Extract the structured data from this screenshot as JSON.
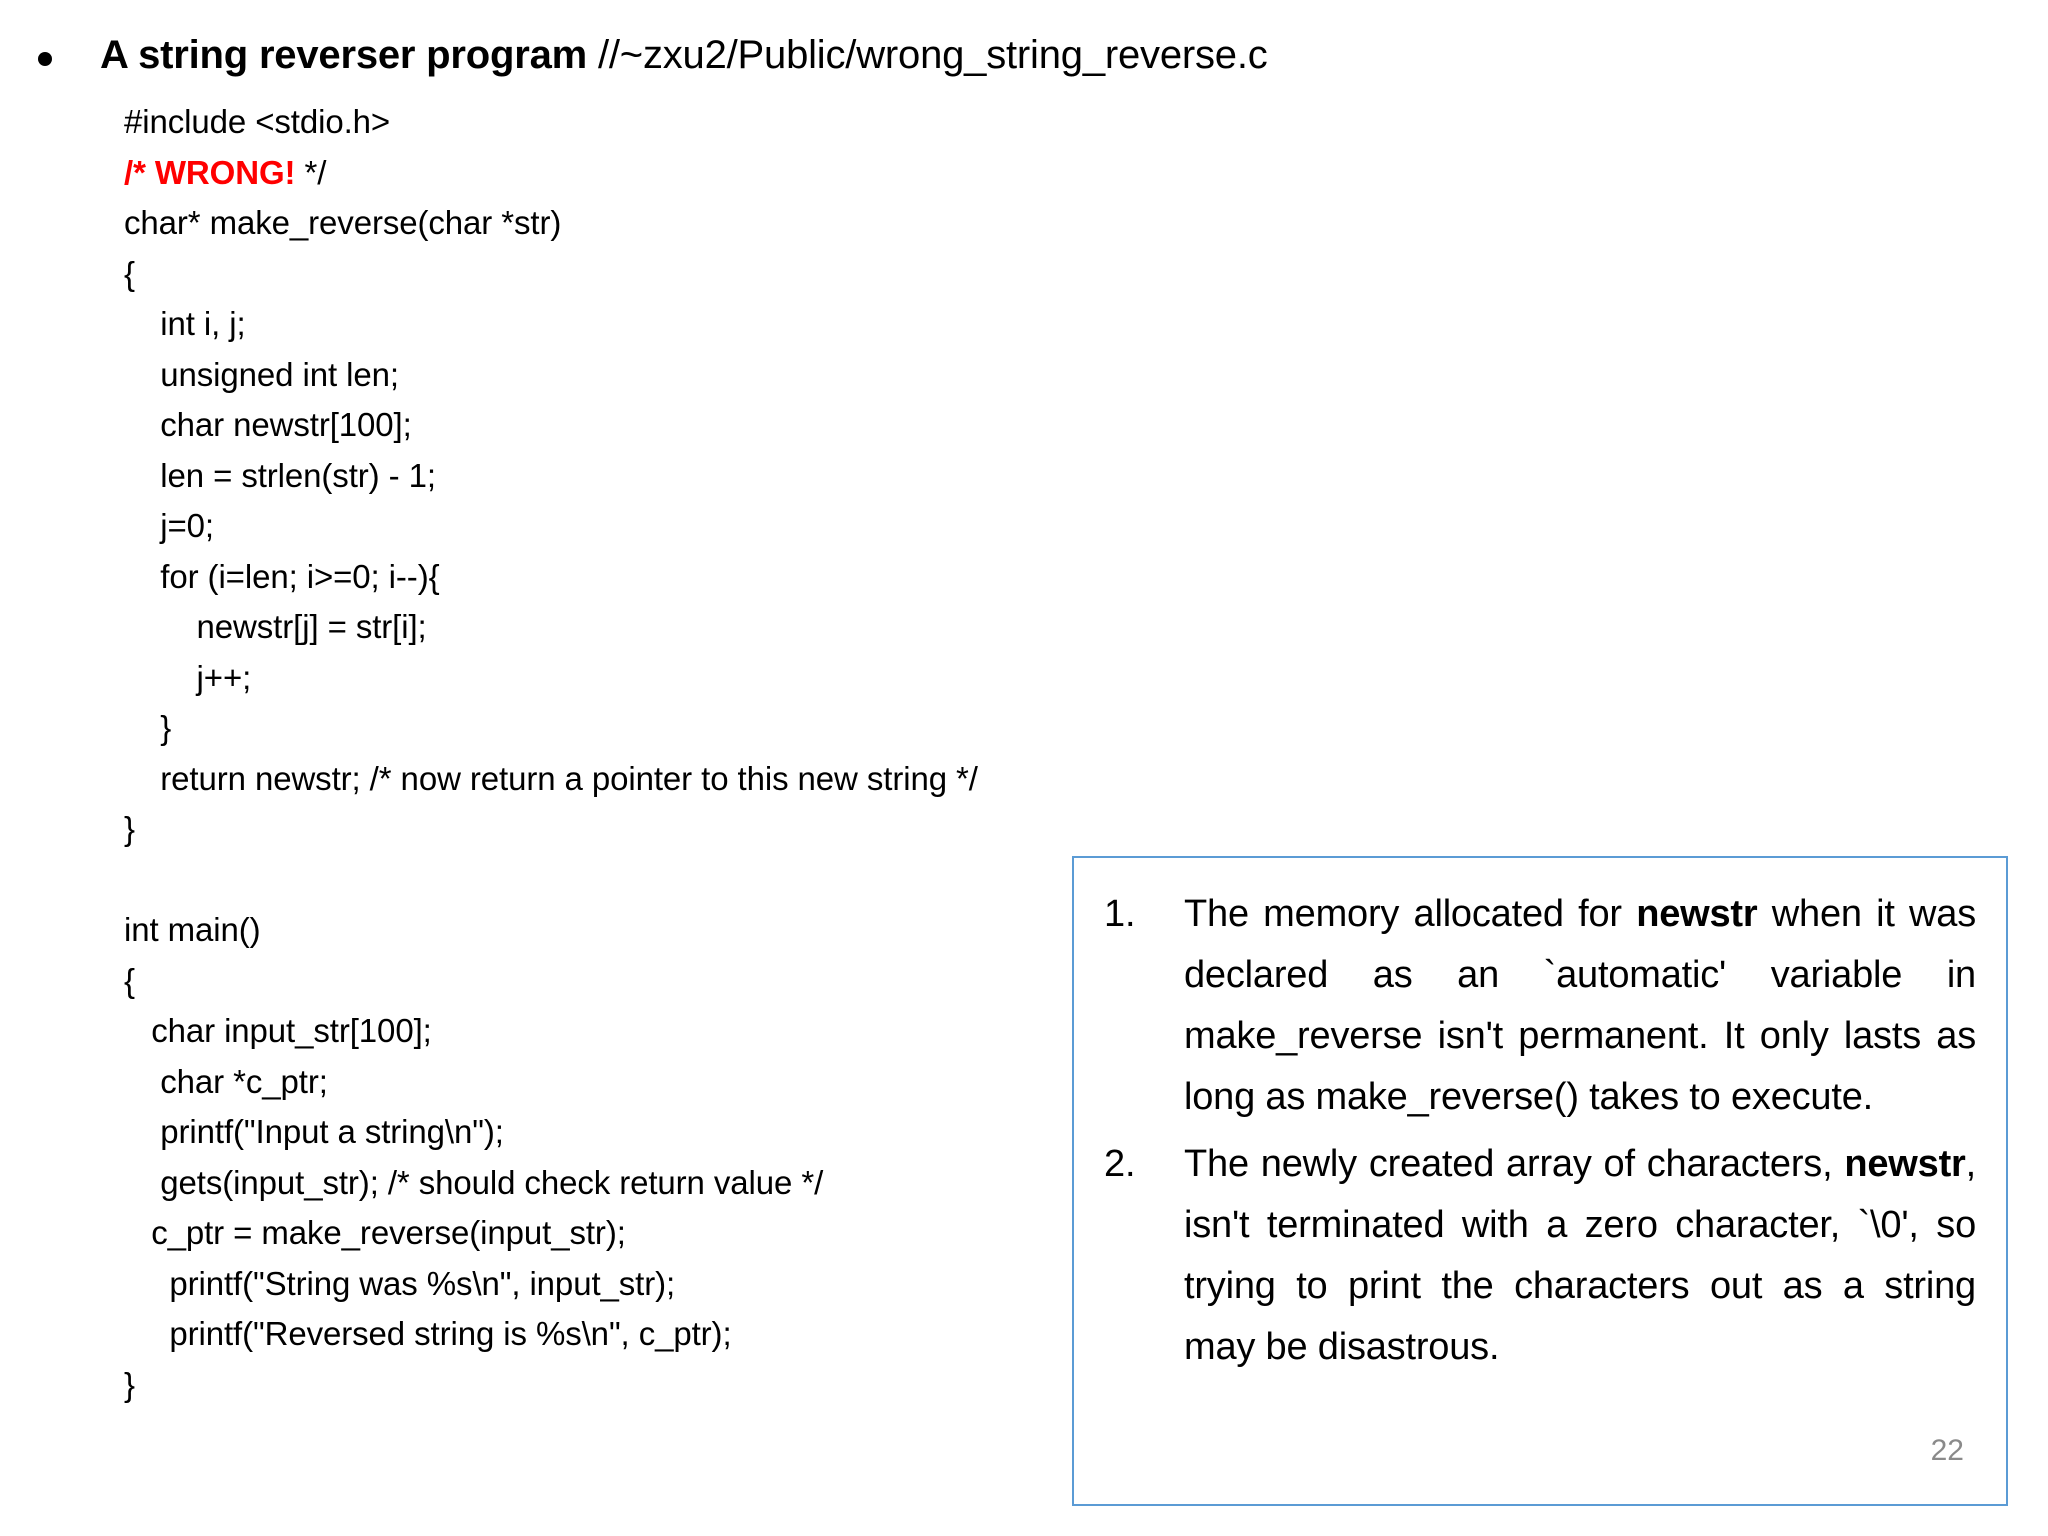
{
  "slide": {
    "number": "22",
    "accent_color": "#5b9bd5",
    "wrong_color": "#ff0000",
    "slide_number_color": "#8a8a8a"
  },
  "heading": {
    "bullet_glyph": "•",
    "title_bold": "A string reverser program",
    "title_path": " //~zxu2/Public/wrong_string_reverse.c"
  },
  "code": {
    "lines": [
      {
        "text": "#include <stdio.h>"
      },
      {
        "red_text": "/* WRONG!",
        "text": " */"
      },
      {
        "text": "char* make_reverse(char *str)"
      },
      {
        "text": "{"
      },
      {
        "text": "    int i, j;"
      },
      {
        "text": "    unsigned int len;"
      },
      {
        "text": "    char newstr[100];"
      },
      {
        "text": "    len = strlen(str) - 1;"
      },
      {
        "text": "    j=0;"
      },
      {
        "text": "    for (i=len; i>=0; i--){"
      },
      {
        "text": "        newstr[j] = str[i];"
      },
      {
        "text": "        j++;"
      },
      {
        "text": "    }"
      },
      {
        "text": "    return newstr; /* now return a pointer to this new string */"
      },
      {
        "text": "}"
      },
      {
        "text": ""
      },
      {
        "text": "int main()"
      },
      {
        "text": "{"
      },
      {
        "text": "   char input_str[100];"
      },
      {
        "text": "    char *c_ptr;"
      },
      {
        "text": "    printf(\"Input a string\\n\");"
      },
      {
        "text": "    gets(input_str); /* should check return value */"
      },
      {
        "text": "   c_ptr = make_reverse(input_str);"
      },
      {
        "text": "     printf(\"String was %s\\n\", input_str);"
      },
      {
        "text": "     printf(\"Reversed string is %s\\n\", c_ptr);"
      },
      {
        "text": "}"
      }
    ]
  },
  "callout": {
    "items": [
      {
        "prefix": "The memory allocated for ",
        "bold": "newstr",
        "suffix": " when it was declared as an `automatic' variable in make_reverse isn't permanent. It only lasts as long as make_reverse() takes to execute."
      },
      {
        "prefix": "The newly created array of characters, ",
        "bold": "newstr",
        "suffix": ", isn't terminated with a zero character, `\\0', so trying to print the characters out as a string may be disastrous."
      }
    ]
  }
}
